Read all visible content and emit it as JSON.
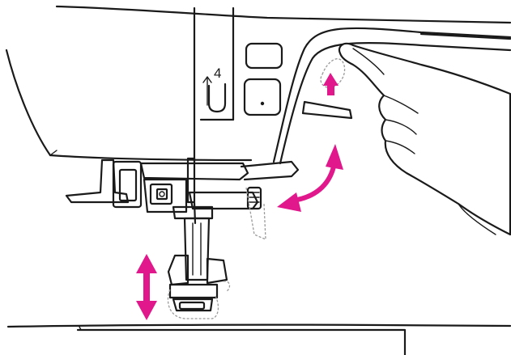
{
  "diagram": {
    "needle_position_label": "4",
    "colors": {
      "line": "#1a1a1a",
      "arrow": "#e0188c",
      "dashed": "#9a9a9a",
      "background": "#ffffff"
    },
    "arrows": [
      {
        "name": "upward-arrow",
        "direction": "up"
      },
      {
        "name": "curved-double-arrow",
        "direction": "both"
      },
      {
        "name": "vertical-double-arrow",
        "direction": "up-down"
      }
    ]
  }
}
